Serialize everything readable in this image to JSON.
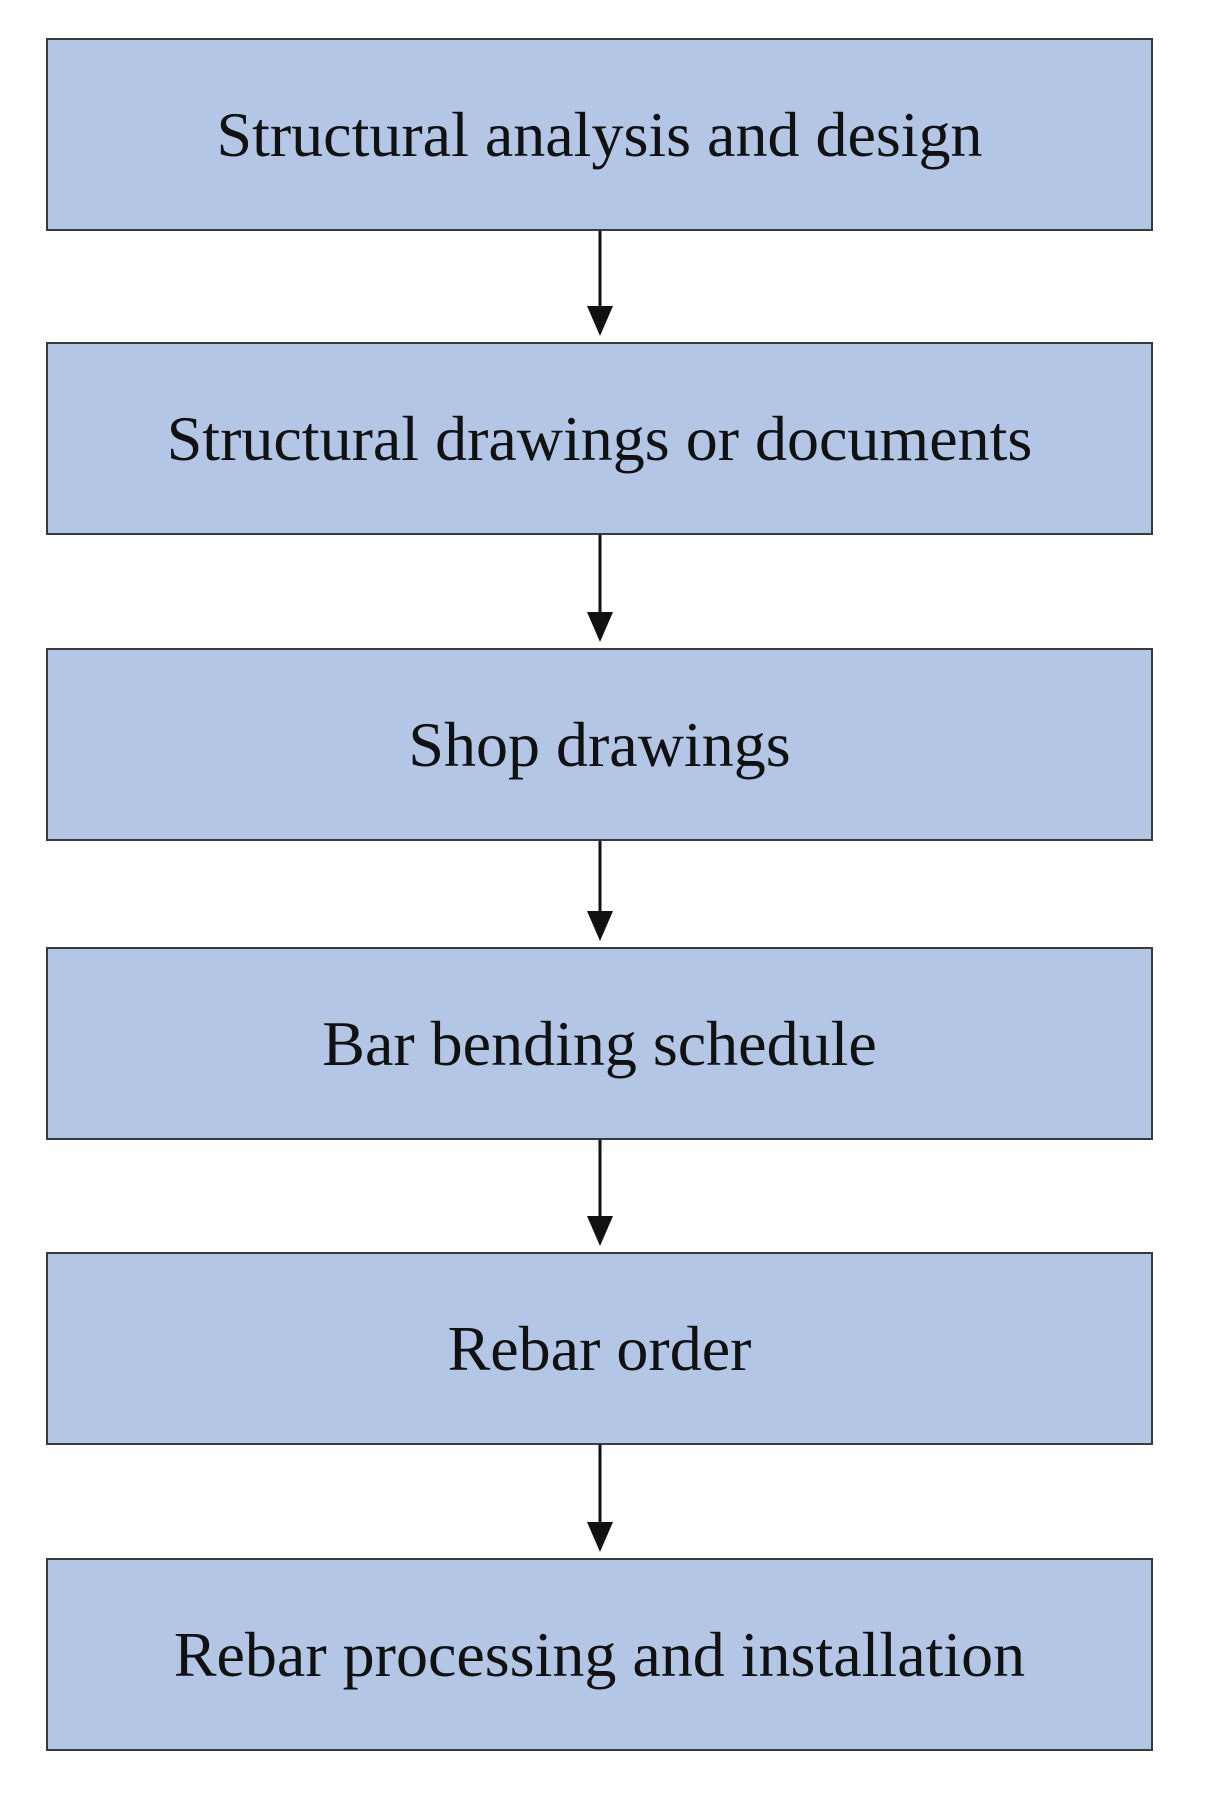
{
  "flowchart": {
    "steps": [
      {
        "label": "Structural analysis and design"
      },
      {
        "label": "Structural drawings or documents"
      },
      {
        "label": "Shop drawings"
      },
      {
        "label": "Bar bending schedule"
      },
      {
        "label": "Rebar order"
      },
      {
        "label": "Rebar processing and installation"
      }
    ],
    "box_fill_color": "#b4c6e6",
    "box_border_color": "#3a3a3a",
    "arrow_color": "#111111"
  }
}
